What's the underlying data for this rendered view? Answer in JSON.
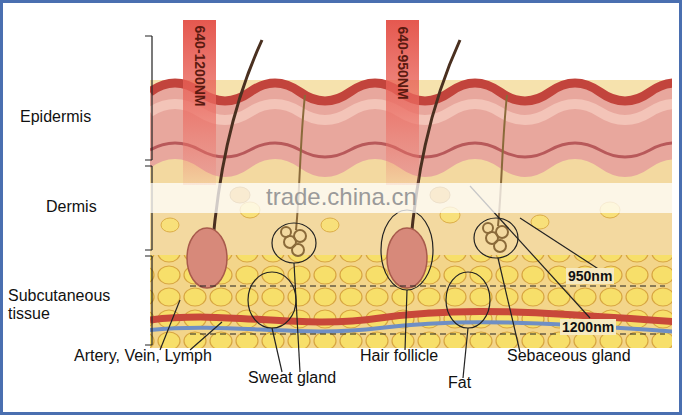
{
  "diagram": {
    "nodes": [
      {
        "text": [
          "640-1200NM"
        ]
      },
      {
        "text": [
          "640-950NM"
        ]
      }
    ],
    "labels": [
      "Epidermis",
      "Dermis",
      "Subcutaneous tissue",
      "trade.china.cn",
      "950nm",
      "1200nm",
      "Artery, Vein, Lymph",
      "Sweat gland",
      "Hair follicle",
      "Fat",
      "Sebaceous gland"
    ]
  }
}
